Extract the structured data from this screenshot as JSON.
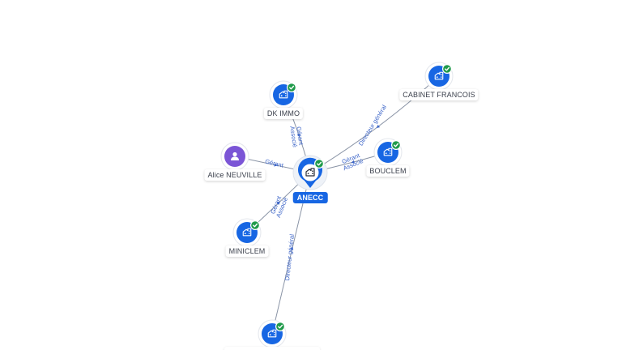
{
  "colors": {
    "company": "#1766e3",
    "person": "#7b55d6",
    "verified": "#1f9a4a",
    "edge": "#8a94a6",
    "edge_label": "#3b64c8"
  },
  "center": {
    "label": "ANECC",
    "icon": "building-icon",
    "verified": true
  },
  "nodes": [
    {
      "id": "dk-immo",
      "label": "DK IMMO",
      "kind": "company",
      "icon": "building-icon",
      "verified": true
    },
    {
      "id": "cabinet-francois",
      "label": "CABINET FRANCOIS",
      "kind": "company",
      "icon": "building-icon",
      "verified": true
    },
    {
      "id": "bouclem",
      "label": "BOUCLEM",
      "kind": "company",
      "icon": "building-icon",
      "verified": true
    },
    {
      "id": "alice-neuville",
      "label": "Alice NEUVILLE",
      "kind": "person",
      "icon": "person-icon",
      "verified": false
    },
    {
      "id": "miniclem",
      "label": "MINICLEM",
      "kind": "company",
      "icon": "building-icon",
      "verified": true
    },
    {
      "id": "bottom-company",
      "label": "",
      "kind": "company",
      "icon": "building-icon",
      "verified": true
    }
  ],
  "edges": [
    {
      "to": "dk-immo",
      "labels": [
        "Gérant",
        "Associé"
      ]
    },
    {
      "to": "cabinet-francois",
      "labels": [
        "Directeur général"
      ]
    },
    {
      "to": "bouclem",
      "labels": [
        "Gérant",
        "Associé"
      ]
    },
    {
      "to": "alice-neuville",
      "labels": [
        "Gérant"
      ]
    },
    {
      "to": "miniclem",
      "labels": [
        "Gérant",
        "Associé"
      ]
    },
    {
      "to": "bottom-company",
      "labels": [
        "Directeur général"
      ]
    }
  ]
}
